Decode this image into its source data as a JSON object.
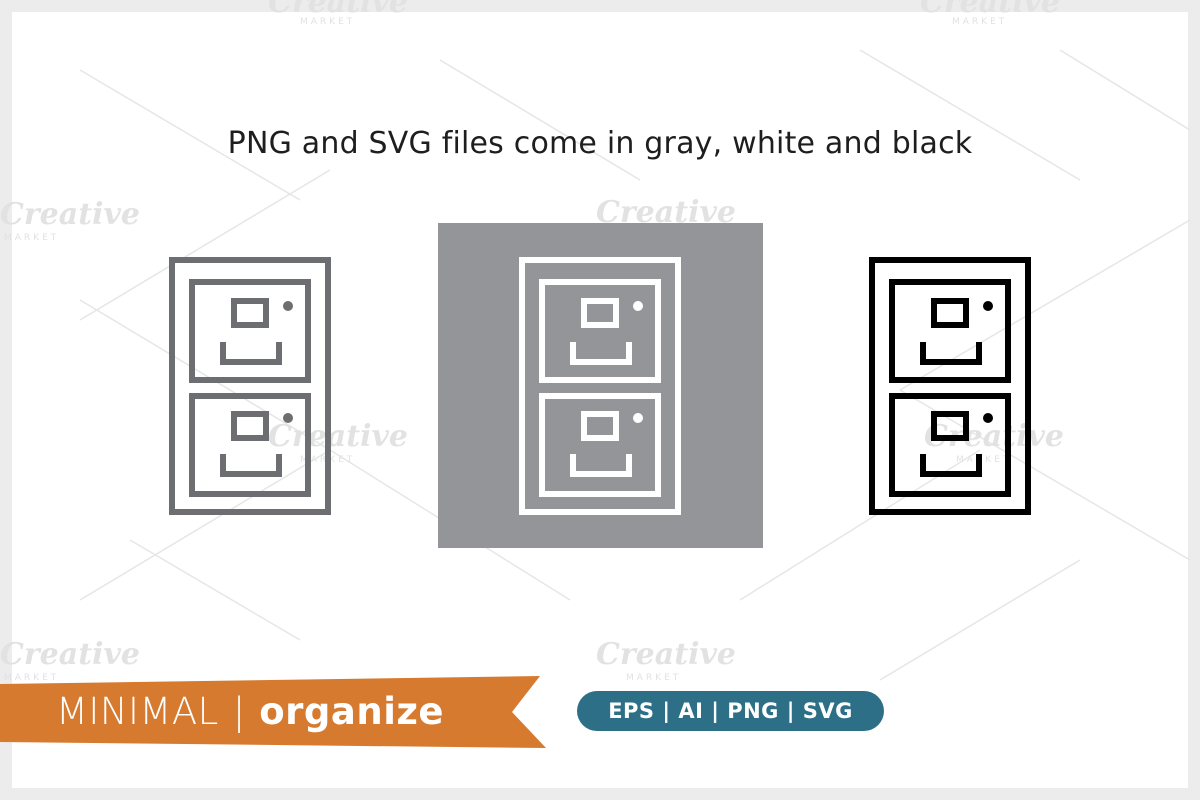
{
  "headline": "PNG and SVG files come in gray, white and black",
  "watermark": {
    "brand": "Creative",
    "sub": "MARKET"
  },
  "ribbon": {
    "part1": "MINIMAL",
    "separator": "|",
    "part2": "organize"
  },
  "formats_badge": "EPS | AI | PNG | SVG",
  "colors": {
    "gray_icon": "#6d6e71",
    "white_icon": "#ffffff",
    "black_icon": "#000000",
    "gray_tile": "#939598",
    "ribbon": "#d67a2f",
    "badge": "#2c6f86"
  },
  "icons": [
    {
      "name": "file-cabinet-icon",
      "variant": "gray"
    },
    {
      "name": "file-cabinet-icon",
      "variant": "white"
    },
    {
      "name": "file-cabinet-icon",
      "variant": "black"
    }
  ]
}
